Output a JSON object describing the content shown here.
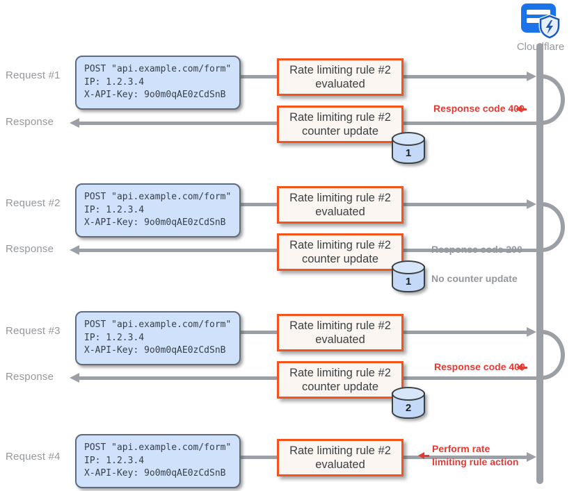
{
  "actor": {
    "label": "Cloudflare",
    "icon": "ruleset-shield-icon"
  },
  "labels": [
    "Request #1",
    "Response",
    "Request #2",
    "Response",
    "Request #3",
    "Response",
    "Request #4"
  ],
  "request_box": {
    "line1": "POST \"api.example.com/form\"",
    "line2": "IP: 1.2.3.4",
    "line3": "X-API-Key: 9o0m0qAE0zCdSnB"
  },
  "boxes": {
    "evaluated_line1": "Rate limiting rule #2",
    "evaluated_line2": "evaluated",
    "counter_line1": "Rate limiting rule #2",
    "counter_line2": "counter update"
  },
  "counters": [
    "1",
    "1",
    "2"
  ],
  "annotations": {
    "response1": "Response code 400",
    "response2": "Response code 200",
    "counter_note2": "No counter update",
    "response3": "Response code 400",
    "action4_line1": "Perform rate",
    "action4_line2": "limiting rule action"
  },
  "colors": {
    "orange_border": "#f4541c",
    "code_box_bg": "#cfe1fb",
    "line_gray": "#9aa0a6",
    "annotation_red": "#e23b33",
    "annotation_gray": "#94989c",
    "cylinder_bg": "#c4d8f8",
    "logo_blue": "#1a73e8",
    "logo_dark_blue": "#185abc"
  }
}
